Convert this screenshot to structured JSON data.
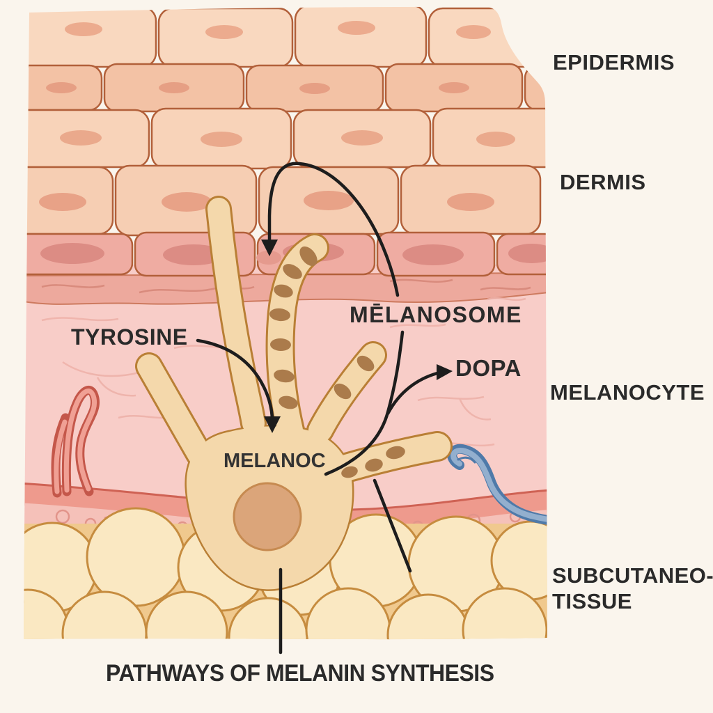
{
  "title": "PATHWAYS OF MELANIN SYNTHESIS",
  "layer_labels": {
    "epidermis": "EPIDERMIS",
    "dermis": "DERMIS",
    "melanocyte": "MELANOCYTE",
    "subcutaneous_line1": "SUBCUTANEO-",
    "subcutaneous_line2": "TISSUE"
  },
  "annotations": {
    "tyrosine": "TYROSINE",
    "melanosome": "MĒLANOSOME",
    "dopa": "DOPA",
    "melanocyte_cell": "MELANOC"
  },
  "colors": {
    "page-bg": "#faf5ed",
    "ink": "#2a2a2a",
    "cell-outline": "#b2603a",
    "epidermis-fill": "#f7d0b5",
    "basal-fill": "#efaca2",
    "dermis-fill": "#f8cdc8",
    "vessel-red": "#ee9a8d",
    "vessel-blue": "#93afce",
    "fat-fill": "#fae8c2",
    "fat-outline": "#c68c3f",
    "melanocyte-fill": "#f4d8ab",
    "melanocyte-outline": "#b97f35",
    "nucleus-fill": "#dba57a",
    "melanosome-fill": "#ab7b4b",
    "arrow": "#1d1d1d"
  }
}
